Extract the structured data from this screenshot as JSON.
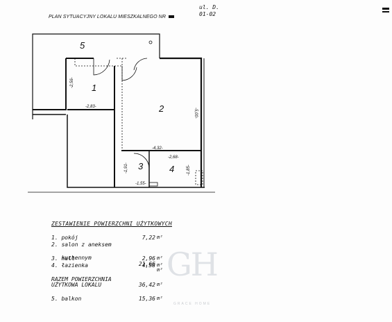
{
  "header": {
    "title": "PLAN SYTUACYJNY LOKALU MIESZKALNEGO NR",
    "ref_line1": "ul. D.",
    "ref_line2": "01-02"
  },
  "plan": {
    "rooms": [
      {
        "number": "1"
      },
      {
        "number": "2"
      },
      {
        "number": "3"
      },
      {
        "number": "4"
      },
      {
        "number": "5"
      }
    ],
    "dimensions": {
      "d1": "-2,56-",
      "d2": "-2,83-",
      "d3": "-5,00-",
      "d4": "-4,32-",
      "d5": "-2,68-",
      "d6": "-1,91-",
      "d7": "-1,85-",
      "d8": "-1,55-"
    }
  },
  "summary": {
    "heading": "ZESTAWIENIE POWIERZCHNI UŻYTKOWYCH",
    "items": [
      {
        "label": "1. pokój",
        "value": "7,22",
        "unit": "m²"
      },
      {
        "label": "2. salon z aneksem",
        "value": "",
        "unit": ""
      },
      {
        "label": "   kuchennym",
        "value": "21,66",
        "unit": "m²"
      },
      {
        "label": "3. hall",
        "value": "2,96",
        "unit": "m²"
      },
      {
        "label": "4. łazienka",
        "value": "4,58",
        "unit": "m²"
      }
    ],
    "total_label_1": "RAZEM POWIERZCHNIA",
    "total_label_2": "UŻYTKOWA LOKALU",
    "total_value": "36,42",
    "total_unit": "m²",
    "balcony_label": "5. balkon",
    "balcony_value": "15,36",
    "balcony_unit": "m²"
  },
  "watermark": {
    "letters": "GH",
    "label": "GRACE HOME"
  }
}
